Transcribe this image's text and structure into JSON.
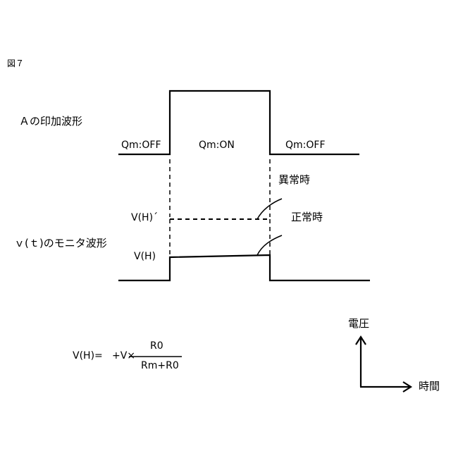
{
  "figure_label": "図７",
  "applied": {
    "title": "Ａの印加波形",
    "state_off_left": "Qm:OFF",
    "state_on": "Qm:ON",
    "state_off_right": "Qm:OFF"
  },
  "monitor": {
    "title": "ｖ(ｔ)のモニタ波形",
    "level_abnormal": "V(H)´",
    "level_normal": "V(H)",
    "abnormal_label": "異常時",
    "normal_label": "正常時"
  },
  "formula": {
    "lhs": "V(H)=",
    "factor": "+V×",
    "numerator": "R0",
    "denominator": "Rm+R0"
  },
  "axes": {
    "y_label": "電圧",
    "x_label": "時間"
  }
}
